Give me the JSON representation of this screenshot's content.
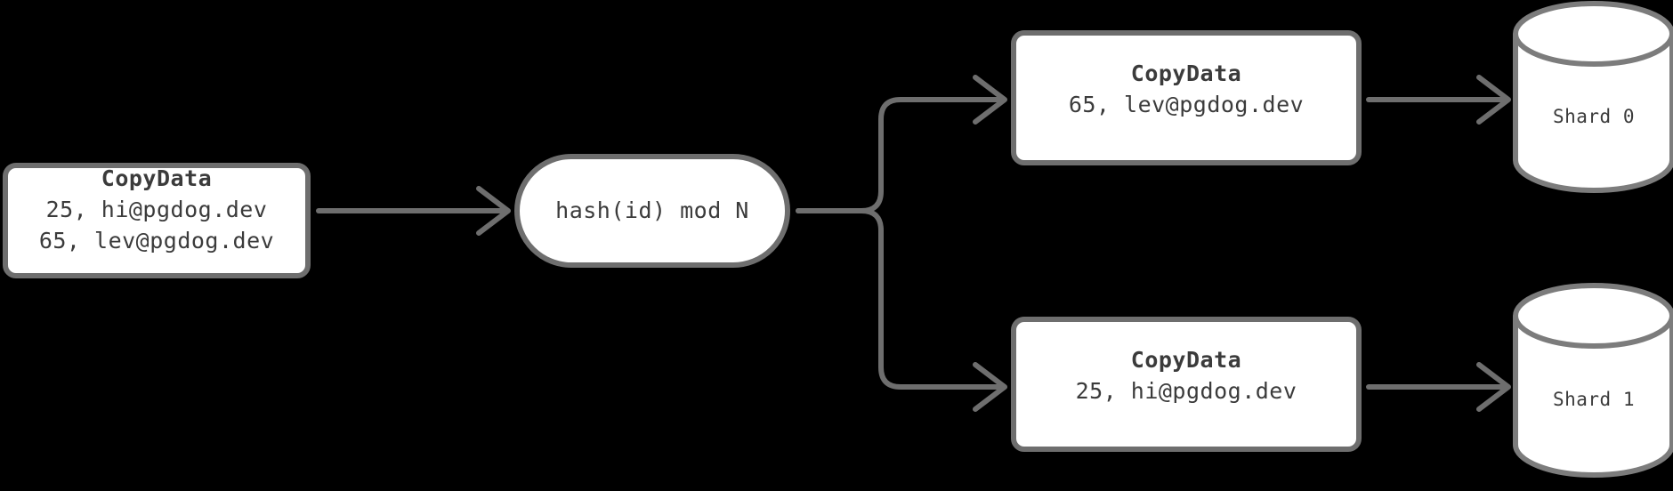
{
  "diagram": {
    "background_color": "#000000",
    "node_fill": "#ffffff",
    "node_stroke": "#6e6e6e",
    "text_color": "#3b3b3b",
    "source_node": {
      "name": "copy-data-source",
      "title": "CopyData",
      "rows": [
        "25, hi@pgdog.dev",
        "65, lev@pgdog.dev"
      ]
    },
    "router_node": {
      "name": "hash-router",
      "label": "hash(id) mod N"
    },
    "branches": [
      {
        "name": "shard-0-branch",
        "box": {
          "title": "CopyData",
          "rows": [
            "65, lev@pgdog.dev"
          ]
        },
        "store": {
          "label": "Shard 0",
          "icon": "database-cylinder-icon"
        }
      },
      {
        "name": "shard-1-branch",
        "box": {
          "title": "CopyData",
          "rows": [
            "25, hi@pgdog.dev"
          ]
        },
        "store": {
          "label": "Shard 1",
          "icon": "database-cylinder-icon"
        }
      }
    ],
    "edges": [
      {
        "name": "edge-source-to-router",
        "icon": "arrow-right-icon"
      },
      {
        "name": "edge-router-to-shard-0-box",
        "icon": "arrow-right-icon"
      },
      {
        "name": "edge-router-to-shard-1-box",
        "icon": "arrow-right-icon"
      },
      {
        "name": "edge-shard-0-box-to-store",
        "icon": "arrow-right-icon"
      },
      {
        "name": "edge-shard-1-box-to-store",
        "icon": "arrow-right-icon"
      }
    ]
  }
}
